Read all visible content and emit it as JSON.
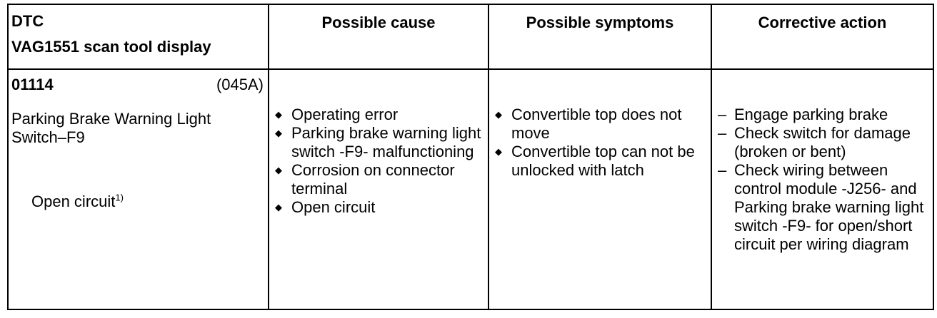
{
  "headers": {
    "dtc_line1": "DTC",
    "dtc_line2": "VAG1551 scan tool display",
    "cause": "Possible cause",
    "symptoms": "Possible symptoms",
    "action": "Corrective action"
  },
  "row": {
    "dtc_code": "01114",
    "dtc_hex": "(045A)",
    "component": "Parking Brake Warning Light Switch–F9",
    "fault": "Open circuit",
    "fault_footnote": "1)",
    "causes": [
      "Operating error",
      "Parking brake warning light switch -F9- malfunctioning",
      "Corrosion on connector terminal",
      "Open circuit"
    ],
    "symptoms": [
      "Convertible top does not move",
      "Convertible top can not be unlocked with latch"
    ],
    "actions": [
      "Engage parking brake",
      "Check switch for damage (broken or bent)",
      "Check wiring between control module -J256- and Parking brake warning light switch -F9- for open/short circuit per wiring diagram"
    ]
  }
}
